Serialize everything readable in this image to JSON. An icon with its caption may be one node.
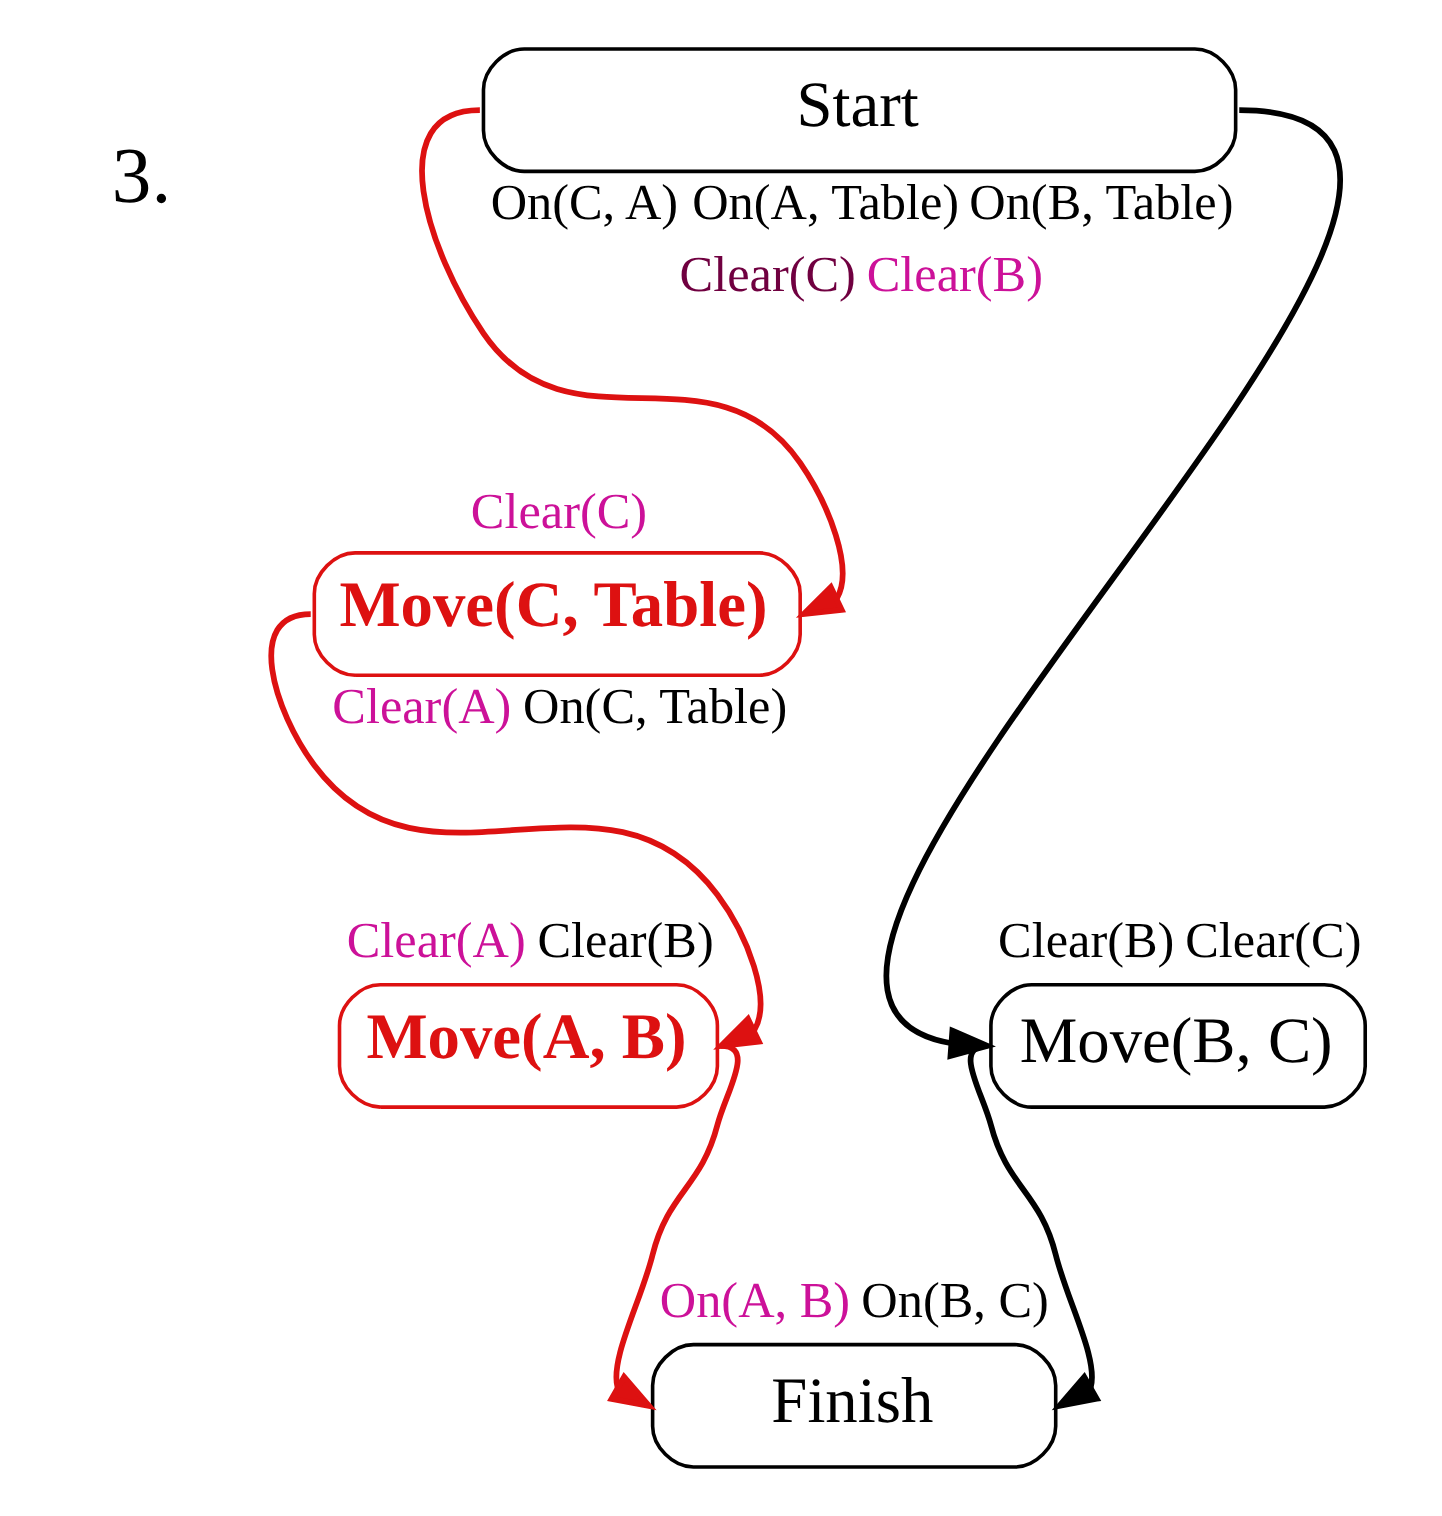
{
  "diagram": {
    "nodes": [
      {
        "text": [
          "Start"
        ],
        "beside": [
          "On(C, A)",
          "On(A, Table)",
          "On(B, Table)",
          "Clear(C)",
          "Clear(B)"
        ]
      },
      {
        "text": [
          "Move(C, Table)"
        ],
        "beside": [
          "Clear(C)",
          "Clear(A)",
          "On(C, Table)"
        ]
      },
      {
        "text": [
          "Move(B, C)"
        ],
        "beside": [
          "Clear(B)",
          "Clear(C)"
        ]
      },
      {
        "text": [
          "Move(A, B)"
        ],
        "beside": [
          "Clear(A)",
          "Clear(B)"
        ]
      },
      {
        "text": [
          "Finish"
        ],
        "beside": [
          "On(A, B)",
          "On(B, C)"
        ]
      }
    ],
    "edges": [
      {
        "from": 0,
        "to": 1,
        "arrow": "to"
      },
      {
        "from": 0,
        "to": 2,
        "arrow": "to",
        "color": "#000000"
      },
      {
        "from": 1,
        "to": 3,
        "arrow": "to"
      },
      {
        "from": 3,
        "to": 4,
        "arrow": "to"
      },
      {
        "from": 2,
        "to": 4,
        "arrow": "to",
        "color": "#000000"
      }
    ],
    "labels": [
      "3."
    ]
  }
}
